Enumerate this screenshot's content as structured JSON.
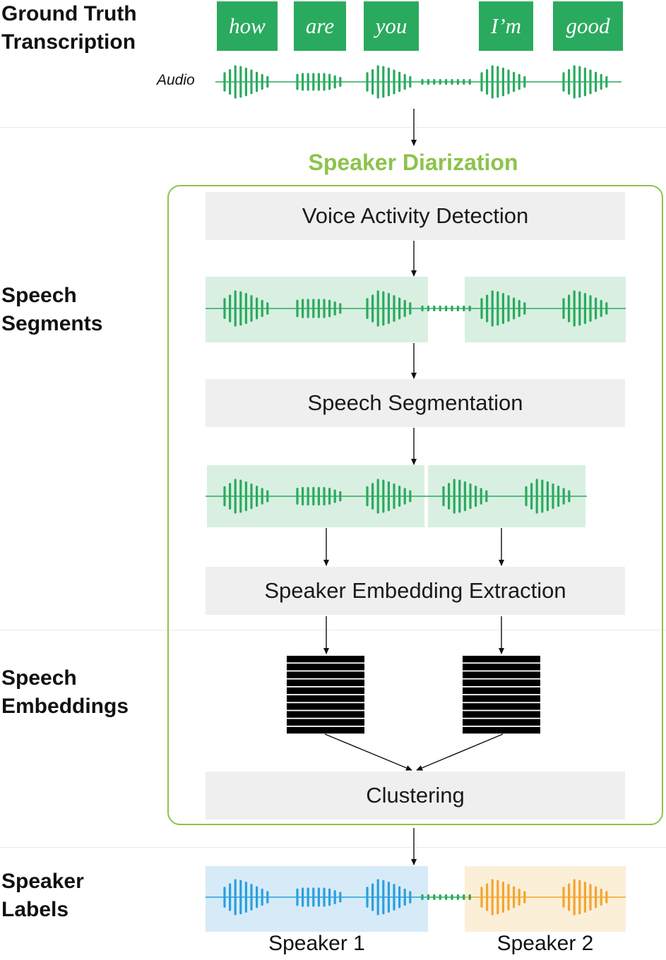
{
  "labels": {
    "ground_truth": "Ground Truth\nTranscription",
    "speech_segments": "Speech\nSegments",
    "speech_embeddings": "Speech\nEmbeddings",
    "speaker_labels": "Speaker\nLabels"
  },
  "words": [
    "how",
    "are",
    "you",
    "I’m",
    "good"
  ],
  "audio_label": "Audio",
  "title": "Speaker Diarization",
  "steps": {
    "vad": "Voice Activity Detection",
    "segmentation": "Speech Segmentation",
    "embedding": "Speaker Embedding Extraction",
    "clustering": "Clustering"
  },
  "speakers": {
    "speaker1": "Speaker 1",
    "speaker2": "Speaker 2"
  },
  "colors": {
    "green": "#2aaa5e",
    "light_green": "#d9efe2",
    "title_green": "#8cc34b",
    "step_gray": "#efefef",
    "blue": "#2a9fde",
    "light_blue": "#d6ebf7",
    "orange": "#f2a531",
    "light_orange": "#fcefd8"
  }
}
